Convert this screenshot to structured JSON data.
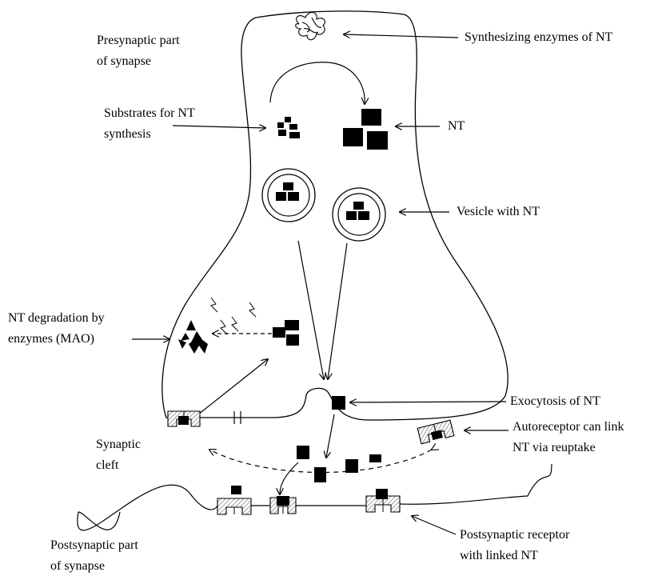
{
  "labels": {
    "presynaptic": [
      "Presynaptic part",
      "of synapse"
    ],
    "enzymes": "Synthesizing enzymes of NT",
    "substrates": [
      "Substrates for NT",
      "synthesis"
    ],
    "nt": "NT",
    "vesicle": "Vesicle with NT",
    "degradation": [
      "NT degradation by",
      "enzymes (MAO)"
    ],
    "exocytosis": "Exocytosis of NT",
    "autoreceptor": [
      "Autoreceptor can link",
      "NT via reuptake"
    ],
    "cleft": [
      "Synaptic",
      "cleft"
    ],
    "postsynaptic_receptor": [
      "Postsynaptic receptor",
      "with linked NT"
    ],
    "postsynaptic": [
      "Postsynaptic part",
      "of synapse"
    ]
  }
}
